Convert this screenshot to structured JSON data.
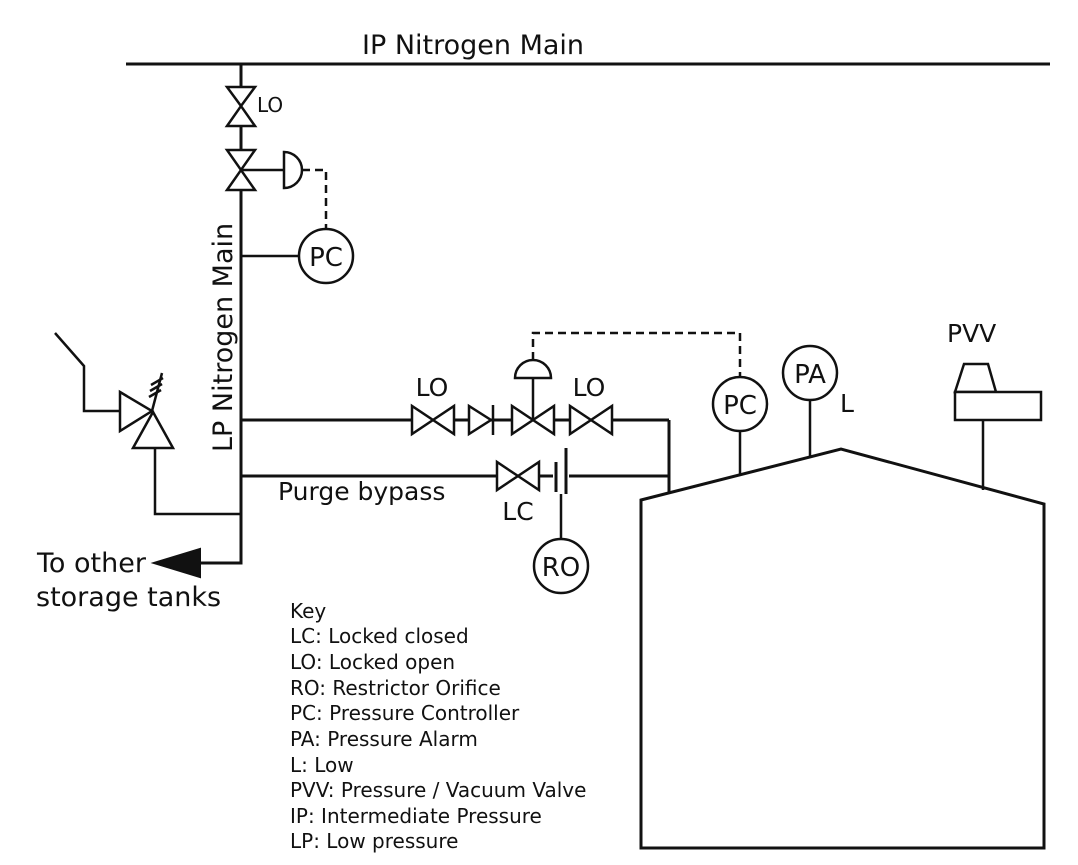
{
  "labels": {
    "ip_main": "IP Nitrogen Main",
    "lp_main": "LP Nitrogen Main",
    "purge_bypass": "Purge bypass",
    "to_other_line1": "To other",
    "to_other_line2": "storage tanks",
    "pvv": "PVV",
    "lo_top": "LO",
    "lo_left": "LO",
    "lo_right": "LO",
    "lc": "LC",
    "alarm_low": "L"
  },
  "instruments": {
    "pc_top": "PC",
    "pc_tank": "PC",
    "pa_tank": "PA",
    "ro": "RO"
  },
  "key": {
    "title": "Key",
    "items": [
      "LC: Locked closed",
      "LO: Locked open",
      "RO: Restrictor Orifice",
      "PC: Pressure Controller",
      "PA: Pressure Alarm",
      "L: Low",
      "PVV: Pressure / Vacuum Valve",
      "IP: Intermediate Pressure",
      "LP: Low pressure"
    ]
  }
}
